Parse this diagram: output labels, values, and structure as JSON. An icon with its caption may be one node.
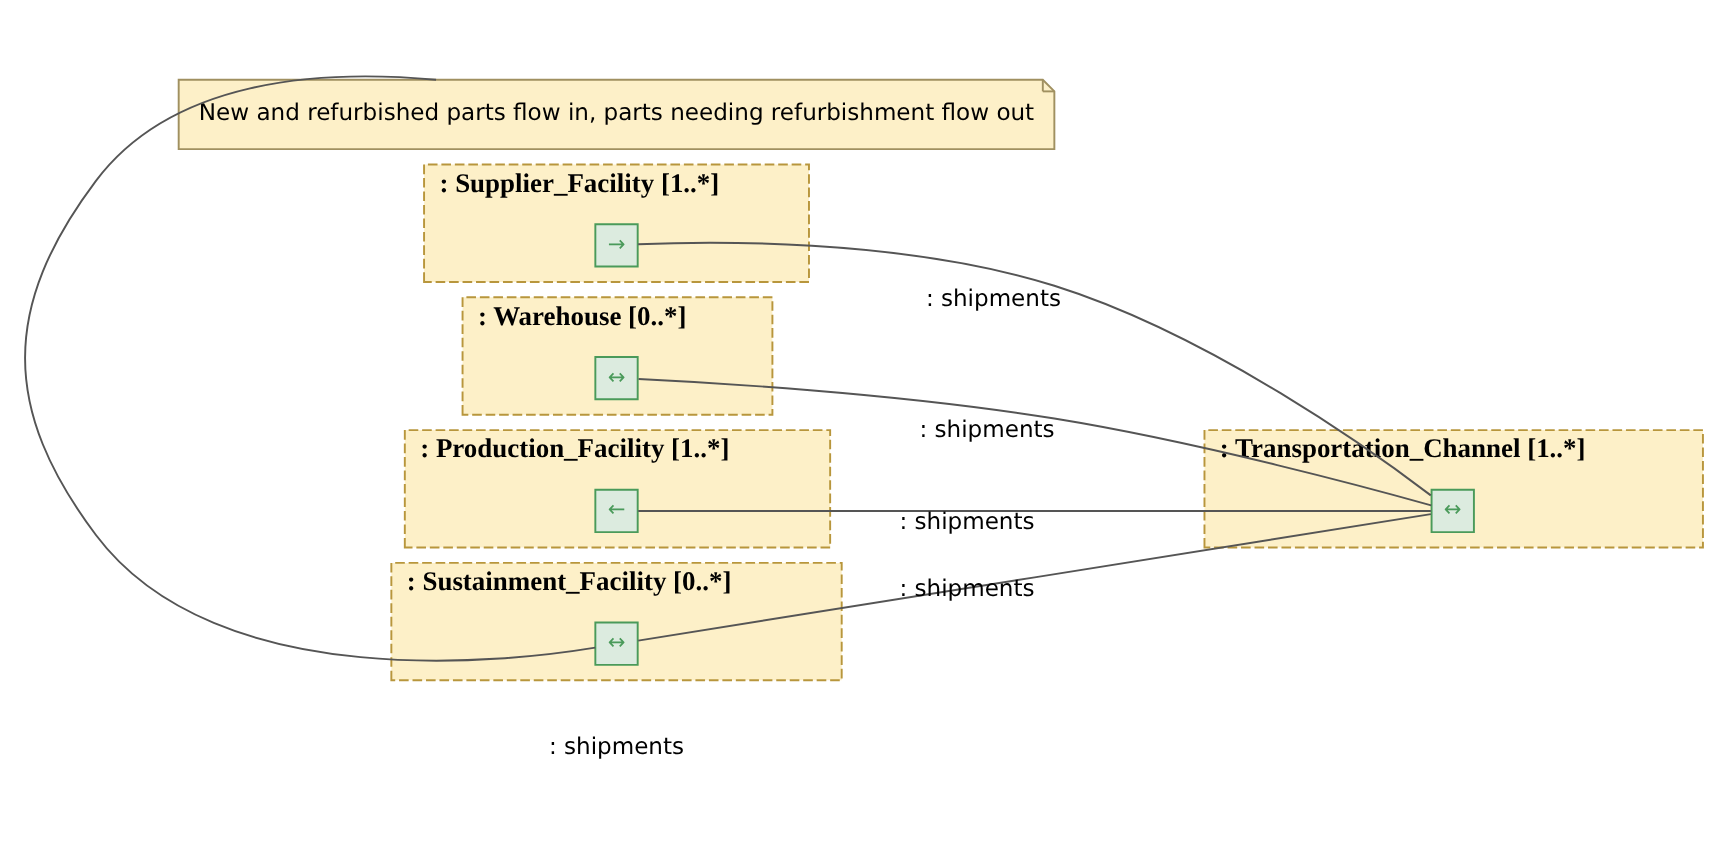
{
  "diagram": {
    "nodes": [
      {
        "text": [
          ": Supplier_Facility [1..*]"
        ]
      },
      {
        "text": [
          "→"
        ],
        "in": 0
      },
      {
        "text": [
          ": Warehouse [0..*]"
        ]
      },
      {
        "text": [
          "↔"
        ],
        "in": 2
      },
      {
        "text": [
          ": Production_Facility [1..*]"
        ]
      },
      {
        "text": [
          "←"
        ],
        "in": 4
      },
      {
        "text": [
          ": Sustainment_Facility [0..*]"
        ]
      },
      {
        "text": [
          "↔"
        ],
        "in": 6
      },
      {
        "text": [
          ": Transportation_Channel [1..*]"
        ]
      },
      {
        "text": [
          "↔"
        ],
        "in": 8
      },
      {
        "text": [
          "New and refurbished parts flow in, parts needing refurbishment flow out"
        ]
      }
    ],
    "edges": [
      {
        "from": 1,
        "to": 9,
        "arrow": "none",
        "label": ": shipments"
      },
      {
        "from": 3,
        "to": 9,
        "arrow": "none",
        "label": ": shipments"
      },
      {
        "from": 5,
        "to": 9,
        "arrow": "none",
        "label": ": shipments"
      },
      {
        "from": 7,
        "to": 9,
        "arrow": "none",
        "label": ": shipments"
      },
      {
        "from": 10,
        "to": 7,
        "arrow": "none"
      }
    ],
    "labels": [
      ": shipments"
    ]
  }
}
